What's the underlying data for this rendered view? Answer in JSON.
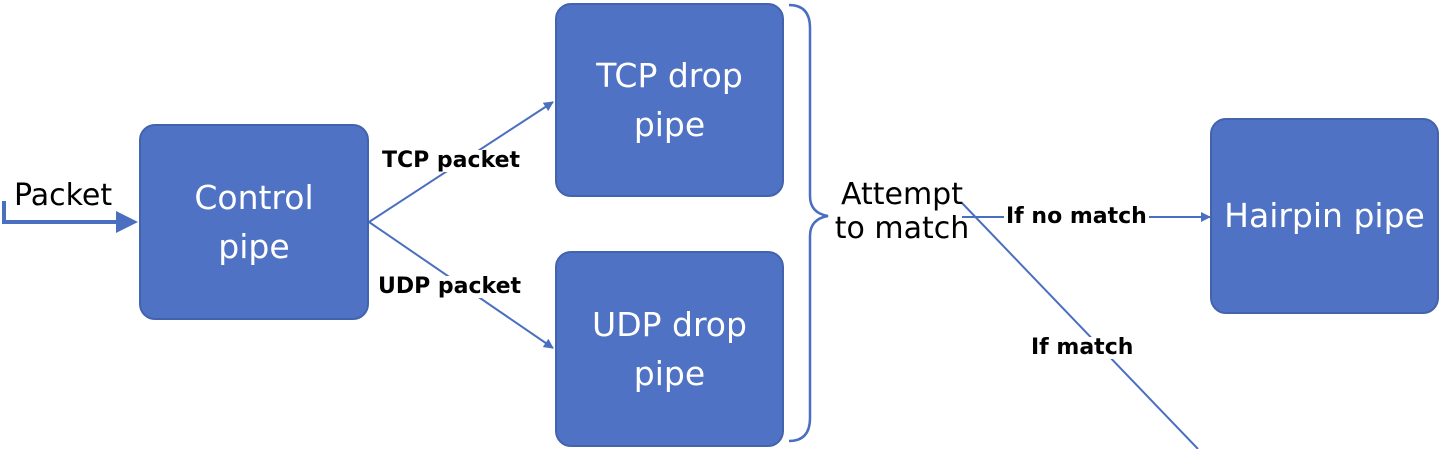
{
  "diagram": {
    "input_label": "Packet",
    "nodes": {
      "control": {
        "line1": "Control",
        "line2": "pipe"
      },
      "tcp_drop": {
        "line1": "TCP drop",
        "line2": "pipe"
      },
      "udp_drop": {
        "line1": "UDP drop",
        "line2": "pipe"
      },
      "hairpin": {
        "line1": "Hairpin pipe"
      }
    },
    "edges": {
      "tcp_packet": "TCP packet",
      "udp_packet": "UDP packet",
      "if_no_match": "If no match",
      "if_match": "If match"
    },
    "match_step": {
      "line1": "Attempt",
      "line2": "to match"
    },
    "colors": {
      "node_fill": "#4f72c4",
      "node_border": "#4463ad",
      "connector": "#4a6fc0",
      "node_text": "#ffffff"
    }
  }
}
